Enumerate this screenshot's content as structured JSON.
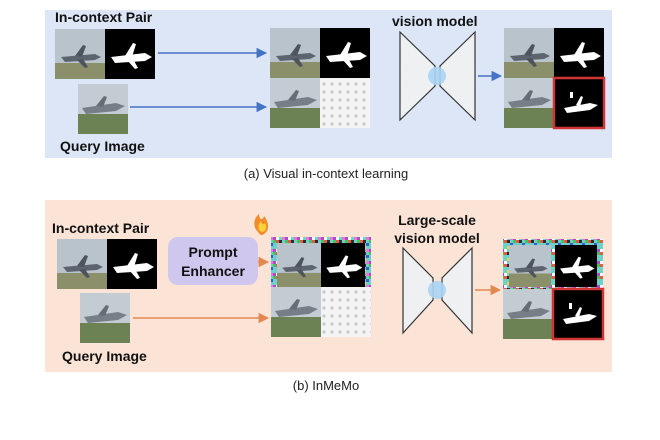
{
  "panel_a": {
    "label_pair": "In-context Pair",
    "label_query": "Query Image",
    "model_label": "vision model",
    "caption": "(a) Visual in-context learning"
  },
  "panel_b": {
    "label_pair": "In-context Pair",
    "label_query": "Query Image",
    "enhancer_line1": "Prompt",
    "enhancer_line2": "Enhancer",
    "model_line1": "Large-scale",
    "model_line2": "vision model",
    "caption": "(b) InMeMo"
  },
  "colors": {
    "panel_a_bg": "#dce6f6",
    "panel_b_bg": "#fbe3d6",
    "arrow_a": "#4472c4",
    "arrow_b": "#e3894f",
    "enhancer_fill": "#cfc7ee",
    "model_fill": "#eef0f2",
    "prediction_border": "#d03434"
  },
  "icons": {
    "flame": "flame-icon"
  }
}
